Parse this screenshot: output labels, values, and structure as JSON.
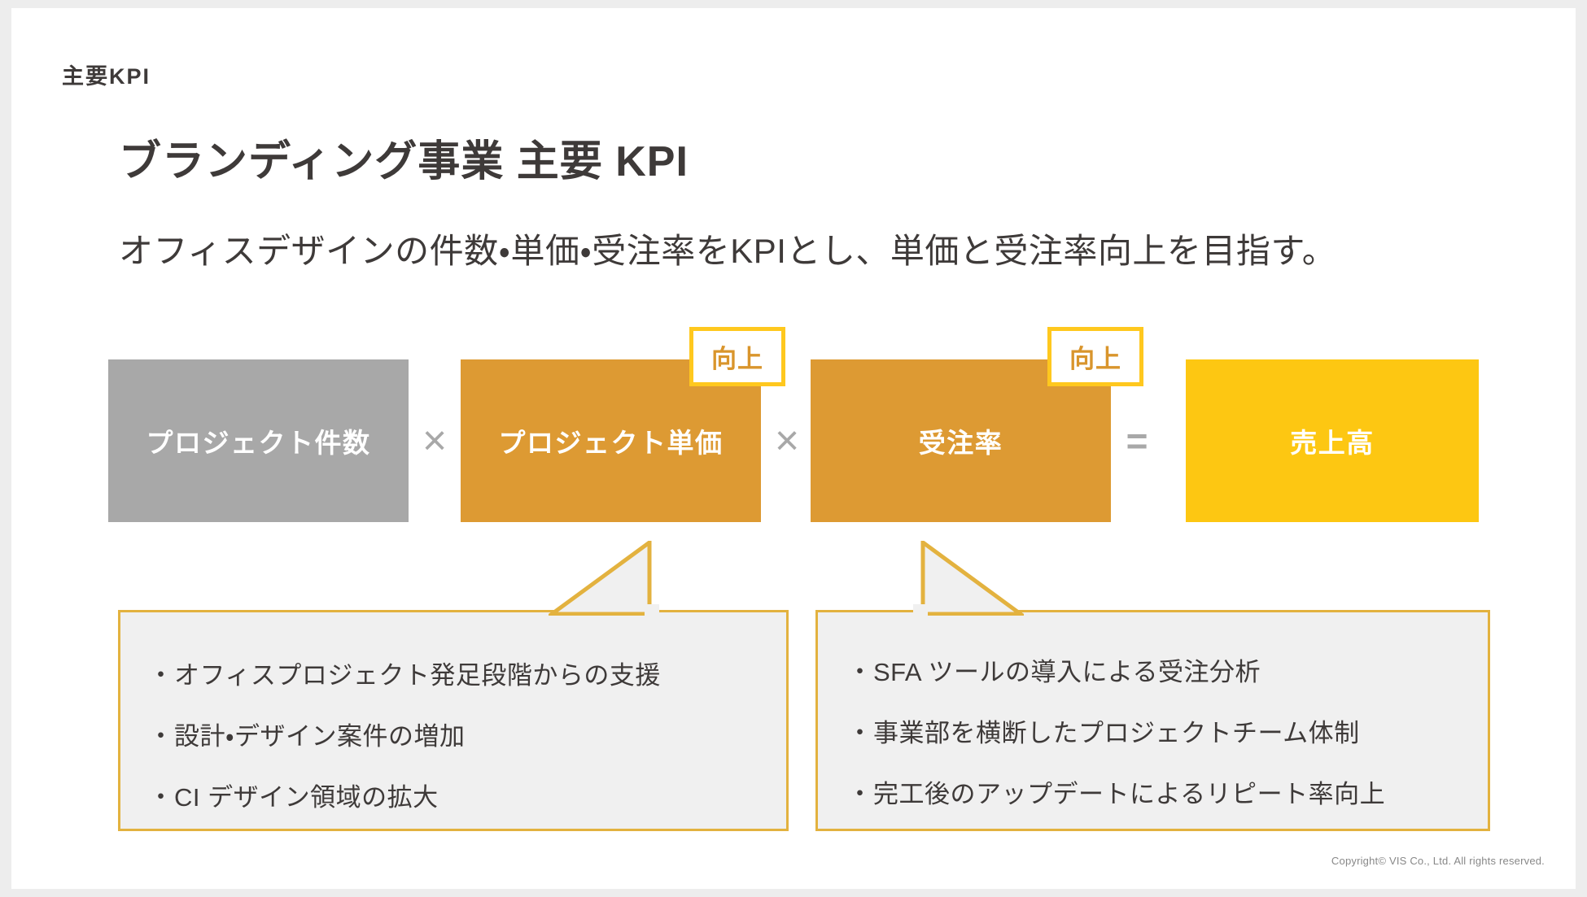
{
  "slide": {
    "eyebrow": "主要KPI",
    "title": "ブランディング事業 主要 KPI",
    "lead": "オフィスデザインの件数・単価・受注率をKPIとし、単価と受注率向上を目指す。",
    "copyright": "Copyright© VIS Co., Ltd. All rights reserved."
  },
  "colors": {
    "page_background": "#EDEDED",
    "slide_background": "#FFFFFF",
    "text_dark": "#3E3A39",
    "gray_box": "#A8A8A8",
    "orange_box": "#DD9A33",
    "yellow_box": "#FDC712",
    "badge_border": "#FFC81E",
    "badge_text": "#D9952C",
    "callout_fill": "#F0F0F0",
    "callout_border": "#E3B23F",
    "operator_gray": "#A8A8A8"
  },
  "formula": {
    "boxes": [
      {
        "label": "プロジェクト件数",
        "color": "#A8A8A8",
        "highlighted": false
      },
      {
        "label": "プロジェクト単価",
        "color": "#DD9A33",
        "highlighted": true
      },
      {
        "label": "受注率",
        "color": "#DD9A33",
        "highlighted": true
      },
      {
        "label": "売上高",
        "color": "#FDC712",
        "highlighted": false
      }
    ],
    "operators": [
      "×",
      "×",
      "="
    ],
    "badges": [
      {
        "label": "向上",
        "target": "プロジェクト単価"
      },
      {
        "label": "向上",
        "target": "受注率"
      }
    ]
  },
  "callouts": [
    {
      "target": "プロジェクト単価",
      "items": [
        "オフィスプロジェクト発足段階からの支援",
        "設計・デザイン案件の増加",
        "CI デザイン領域の拡大"
      ]
    },
    {
      "target": "受注率",
      "items": [
        "SFA ツールの導入による受注分析",
        "事業部を横断したプロジェクトチーム体制",
        "完工後のアップデートによるリピート率向上"
      ]
    }
  ]
}
